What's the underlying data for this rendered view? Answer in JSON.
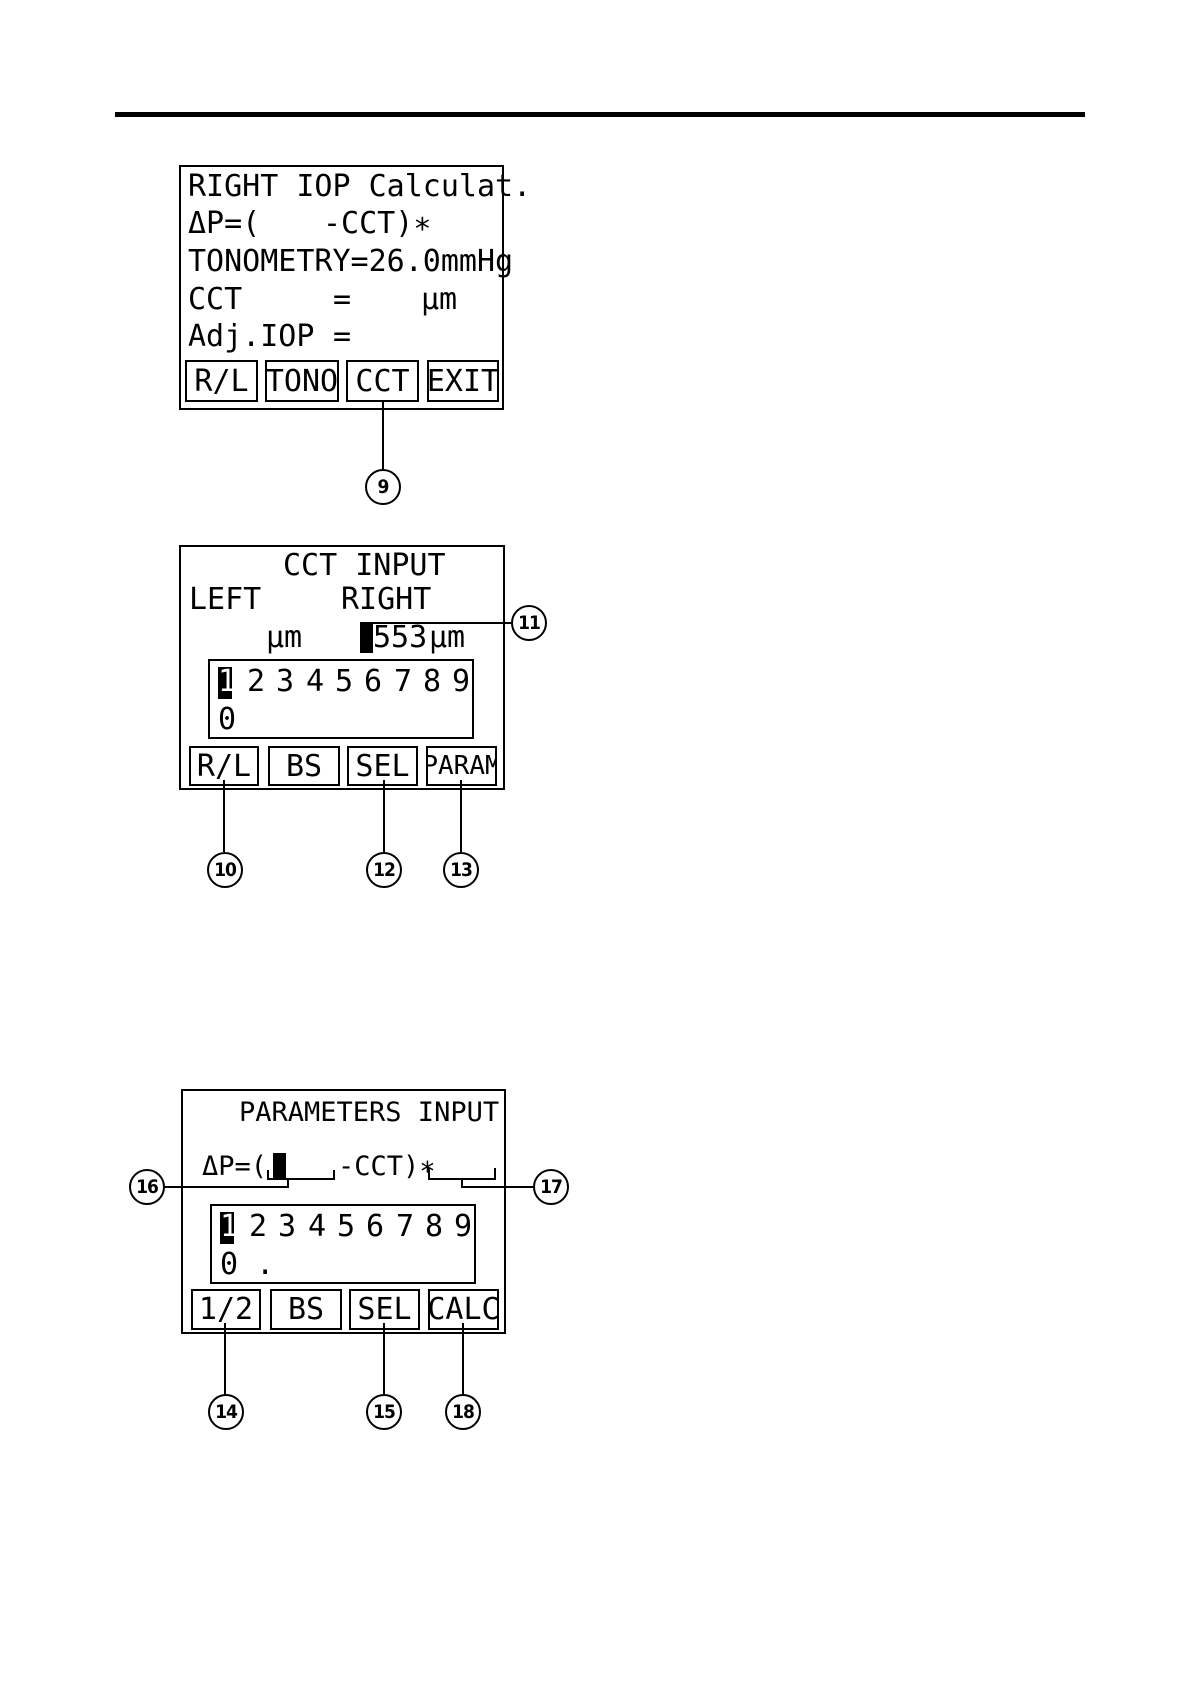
{
  "screen1": {
    "title": "RIGHT IOP Calculat.",
    "formula_prefix": "ΔP=(",
    "formula_suffix": "-CCT)∗",
    "tonometry": "TONOMETRY=26.0mmHg",
    "cct_label": "CCT",
    "cct_eq": "=",
    "cct_unit": "μm",
    "adj_label": "Adj.IOP",
    "adj_eq": "=",
    "buttons": [
      "R/L",
      "TONO",
      "CCT",
      "EXIT"
    ]
  },
  "screen2": {
    "title": "CCT INPUT",
    "left_label": "LEFT",
    "right_label": "RIGHT",
    "left_unit": "μm",
    "right_value": "553",
    "right_unit": "μm",
    "keypad_row1": [
      "1",
      "2",
      "3",
      "4",
      "5",
      "6",
      "7",
      "8",
      "9"
    ],
    "keypad_row2": "0",
    "buttons": [
      "R/L",
      "BS",
      "SEL",
      "PARAM"
    ]
  },
  "screen3": {
    "title": "PARAMETERS INPUT",
    "formula_prefix": "ΔP=(",
    "formula_mid": "-CCT)∗",
    "keypad_row1": [
      "1",
      "2",
      "3",
      "4",
      "5",
      "6",
      "7",
      "8",
      "9"
    ],
    "keypad_row2": "0 .",
    "buttons": [
      "1/2",
      "BS",
      "SEL",
      "CALC"
    ]
  },
  "callouts": {
    "c9": "9",
    "c10": "10",
    "c11": "11",
    "c12": "12",
    "c13": "13",
    "c14": "14",
    "c15": "15",
    "c16": "16",
    "c17": "17",
    "c18": "18"
  }
}
